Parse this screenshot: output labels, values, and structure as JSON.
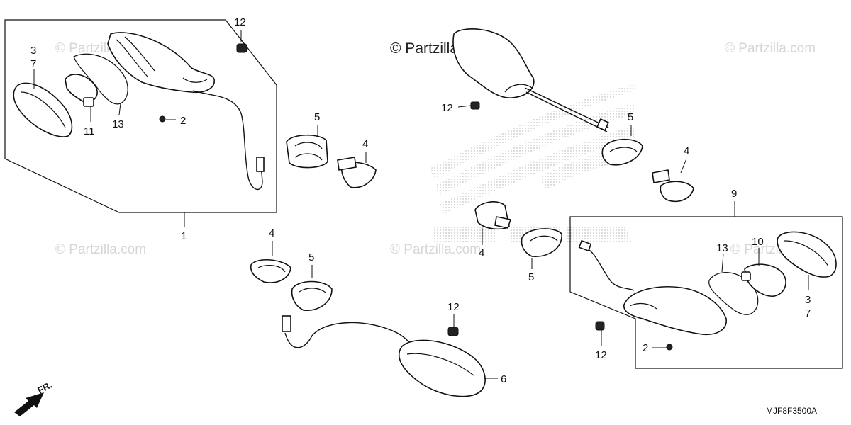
{
  "diagram": {
    "code": "MJF8F3500A",
    "front_label": "FR.",
    "watermark": "© Partzilla.com",
    "labels": {
      "l_3a": "3",
      "l_7a": "7",
      "l_11": "11",
      "l_13a": "13",
      "l_2a": "2",
      "l_12a": "12",
      "l_5a": "5",
      "l_4a": "4",
      "l_1": "1",
      "l_12b": "12",
      "l_5b": "5",
      "l_4b": "4",
      "l_9": "9",
      "l_4c": "4",
      "l_5c": "5",
      "l_4d": "4",
      "l_5d": "5",
      "l_12c": "12",
      "l_6": "6",
      "l_13b": "13",
      "l_10": "10",
      "l_3b": "3",
      "l_7b": "7",
      "l_12d": "12",
      "l_2b": "2"
    }
  }
}
